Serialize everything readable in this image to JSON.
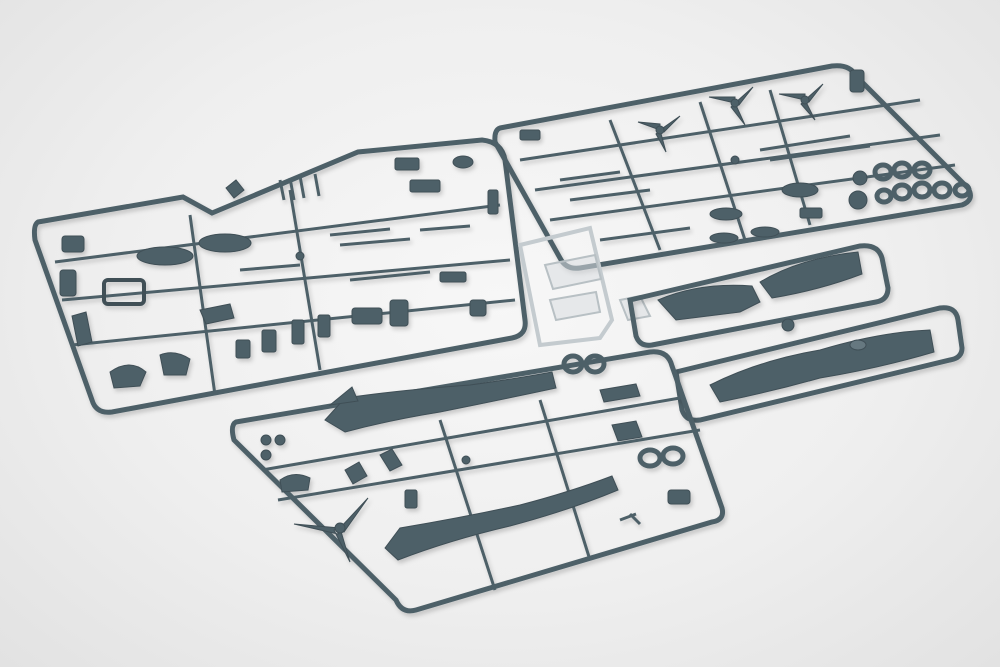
{
  "photo": {
    "subject": "plastic-model-kit-sprues",
    "background_color": "#f1f1f1",
    "plastic_color": "#4e6068",
    "clear_plastic_color": "#d8dde0"
  },
  "sprues": [
    {
      "id": "left-parts-sprue"
    },
    {
      "id": "top-right-parts-sprue"
    },
    {
      "id": "bottom-center-fuselage-sprue"
    },
    {
      "id": "clear-canopy-sprue"
    },
    {
      "id": "right-upper-wing-sprue"
    },
    {
      "id": "right-lower-wing-sprue"
    }
  ]
}
